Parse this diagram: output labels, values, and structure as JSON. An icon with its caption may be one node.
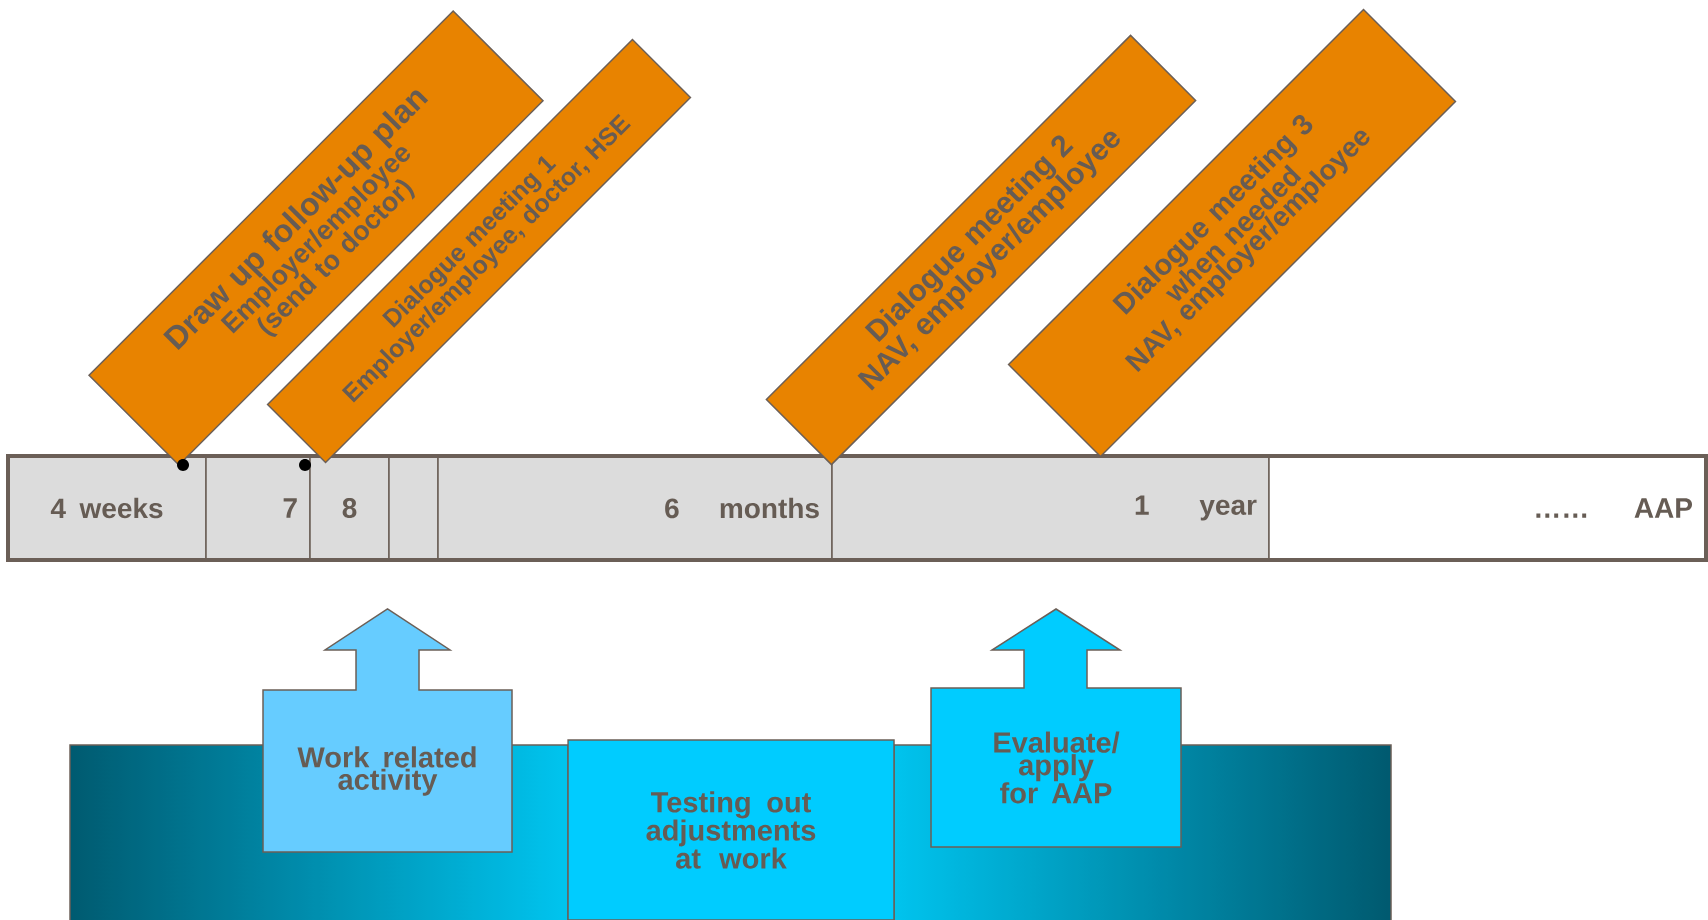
{
  "diagram": {
    "nodes": [
      {
        "text": [
          "Draw up follow-up plan",
          "Employer/employee",
          "(send to doctor)"
        ]
      },
      {
        "text": [
          "Dialogue meeting 1",
          "Employer/employee, doctor, HSE"
        ]
      },
      {
        "text": [
          "Dialogue meeting 2",
          "NAV, employer/employee"
        ]
      },
      {
        "text": [
          "Dialogue meeting 3",
          "when needed",
          "NAV, employer/employee"
        ]
      },
      {
        "text": [
          "4 weeks"
        ]
      },
      {
        "text": [
          "7"
        ]
      },
      {
        "text": [
          "8"
        ]
      },
      {
        "text": [],
        "shape": "box"
      },
      {
        "text": [
          "6 months"
        ]
      },
      {
        "text": [
          "1 year"
        ]
      },
      {
        "text": [
          "…… AAP"
        ]
      },
      {
        "text": [
          "Work related activity"
        ]
      },
      {
        "text": [
          "Testing out adjustments at work"
        ]
      },
      {
        "text": [
          "Evaluate/ apply for AAP"
        ]
      }
    ]
  }
}
